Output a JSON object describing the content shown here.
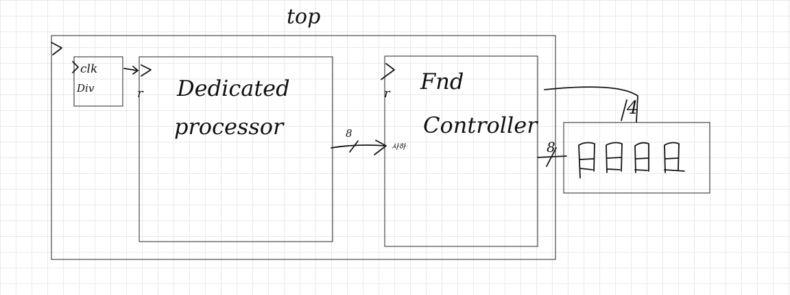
{
  "diagram": {
    "top_label": "top",
    "clk_div": {
      "line1": "clk",
      "line2": "Div"
    },
    "processor": {
      "line1": "Dedicated",
      "line2": "processor"
    },
    "fnd": {
      "line1": "Fnd",
      "line2": "Controller"
    },
    "bus_width_1": "8",
    "bus_input_label": "사하",
    "bus_width_2": "8",
    "bus_width_3": "4",
    "reset_label": "r",
    "grid_color": "#e9e9e9",
    "ink_color": "#111111"
  }
}
